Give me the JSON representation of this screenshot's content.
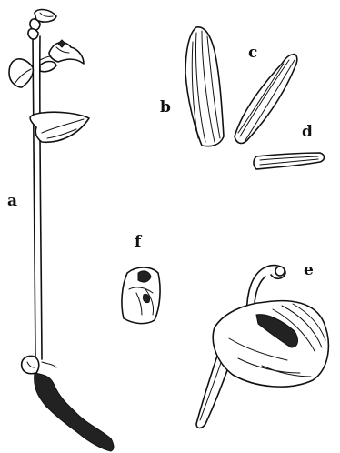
{
  "labels": {
    "a": "a",
    "b": "b",
    "c": "c",
    "d": "d",
    "e": "e",
    "f": "f"
  }
}
